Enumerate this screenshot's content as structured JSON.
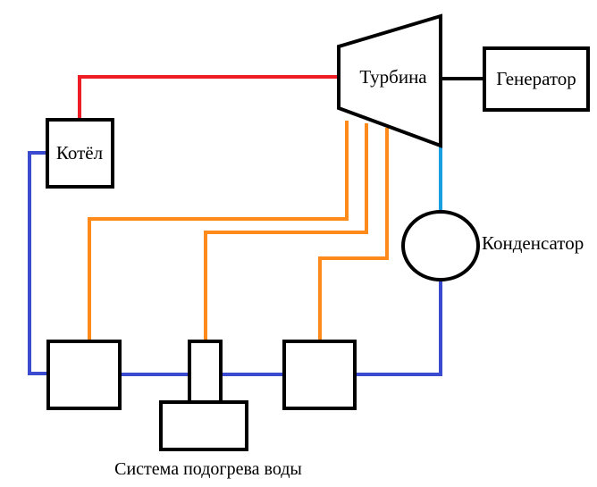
{
  "labels": {
    "boiler": "Котёл",
    "turbine": "Турбина",
    "generator": "Генератор",
    "condenser": "Конденсатор",
    "heating_system": "Система подогрева воды"
  },
  "colors": {
    "live_steam": "#ee1c24",
    "extraction_steam": "#ff8a1c",
    "exhaust_steam": "#1aa0e0",
    "feed_water": "#3a4bd0",
    "outline": "#000000",
    "background": "#ffffff"
  }
}
